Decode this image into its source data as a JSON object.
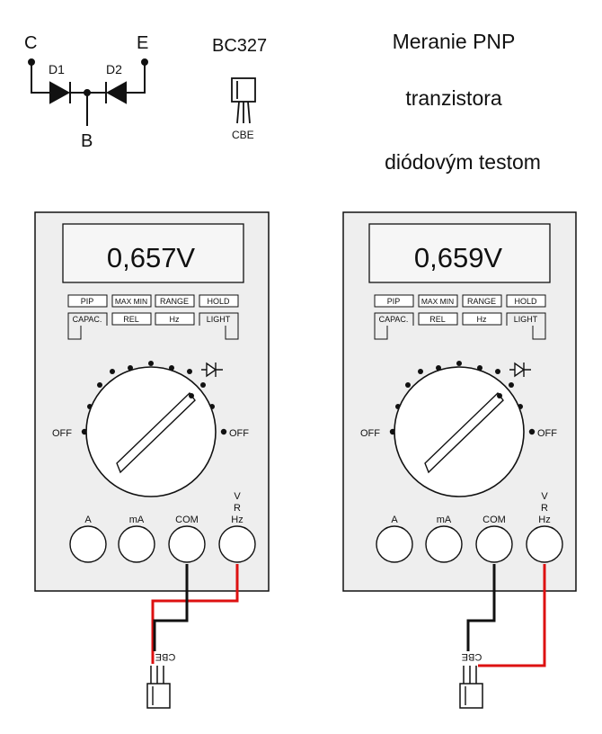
{
  "schematic": {
    "label_c": "C",
    "label_e": "E",
    "label_b": "B",
    "label_d1": "D1",
    "label_d2": "D2"
  },
  "transistor": {
    "model": "BC327",
    "pins": "CBE",
    "probe_pins": "CBE"
  },
  "title": {
    "line1": "Meranie PNP",
    "line2": "tranzistora",
    "line3": "diódovým testom"
  },
  "colors": {
    "red_lead": "#dd1111",
    "black_lead": "#111111",
    "body": "#eeeeee"
  },
  "meters": [
    {
      "reading": "0,657V",
      "buttons_row1": [
        "PIP",
        "MAX MIN",
        "RANGE",
        "HOLD"
      ],
      "buttons_row2": [
        "CAPAC.",
        "REL",
        "Hz",
        "LIGHT"
      ],
      "off_left": "OFF",
      "off_right": "OFF",
      "jacks": [
        "A",
        "mA",
        "COM",
        "V\nR\nHz"
      ],
      "jack_v": "V",
      "jack_r": "R",
      "jack_hz": "Hz"
    },
    {
      "reading": "0,659V",
      "buttons_row1": [
        "PIP",
        "MAX MIN",
        "RANGE",
        "HOLD"
      ],
      "buttons_row2": [
        "CAPAC.",
        "REL",
        "Hz",
        "LIGHT"
      ],
      "off_left": "OFF",
      "off_right": "OFF",
      "jacks": [
        "A",
        "mA",
        "COM",
        "V\nR\nHz"
      ],
      "jack_v": "V",
      "jack_r": "R",
      "jack_hz": "Hz"
    }
  ]
}
